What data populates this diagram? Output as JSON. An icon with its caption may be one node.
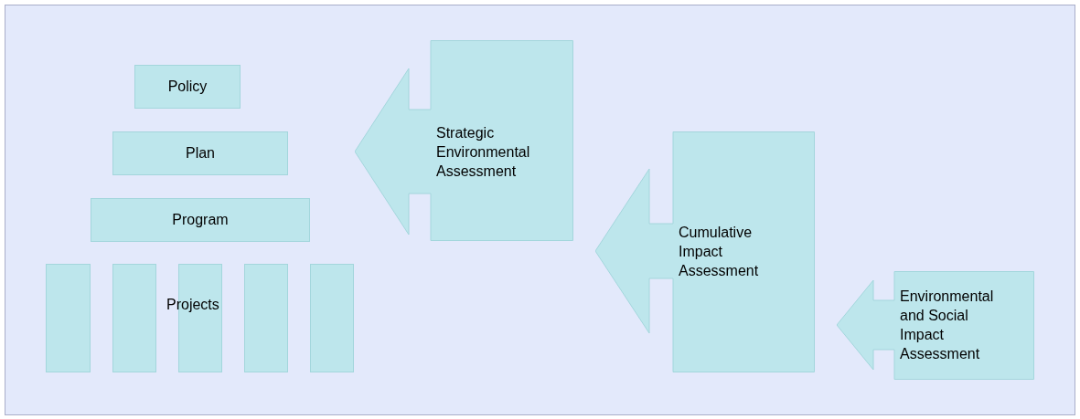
{
  "diagram": {
    "nodes": [
      {
        "text": [
          "Policy"
        ]
      },
      {
        "text": [
          "Plan"
        ]
      },
      {
        "text": [
          "Program"
        ]
      },
      {
        "text": [],
        "shape": "bar"
      },
      {
        "text": [],
        "shape": "bar"
      },
      {
        "text": [],
        "shape": "bar"
      },
      {
        "text": [],
        "shape": "bar"
      },
      {
        "text": [],
        "shape": "bar"
      },
      {
        "text": [
          "Strategic Environmental Assessment"
        ]
      },
      {
        "text": [
          "Cumulative Impact Assessment"
        ]
      },
      {
        "text": [
          "Environmental and Social Impact Assessment"
        ]
      }
    ],
    "labels": [
      "Projects"
    ]
  }
}
